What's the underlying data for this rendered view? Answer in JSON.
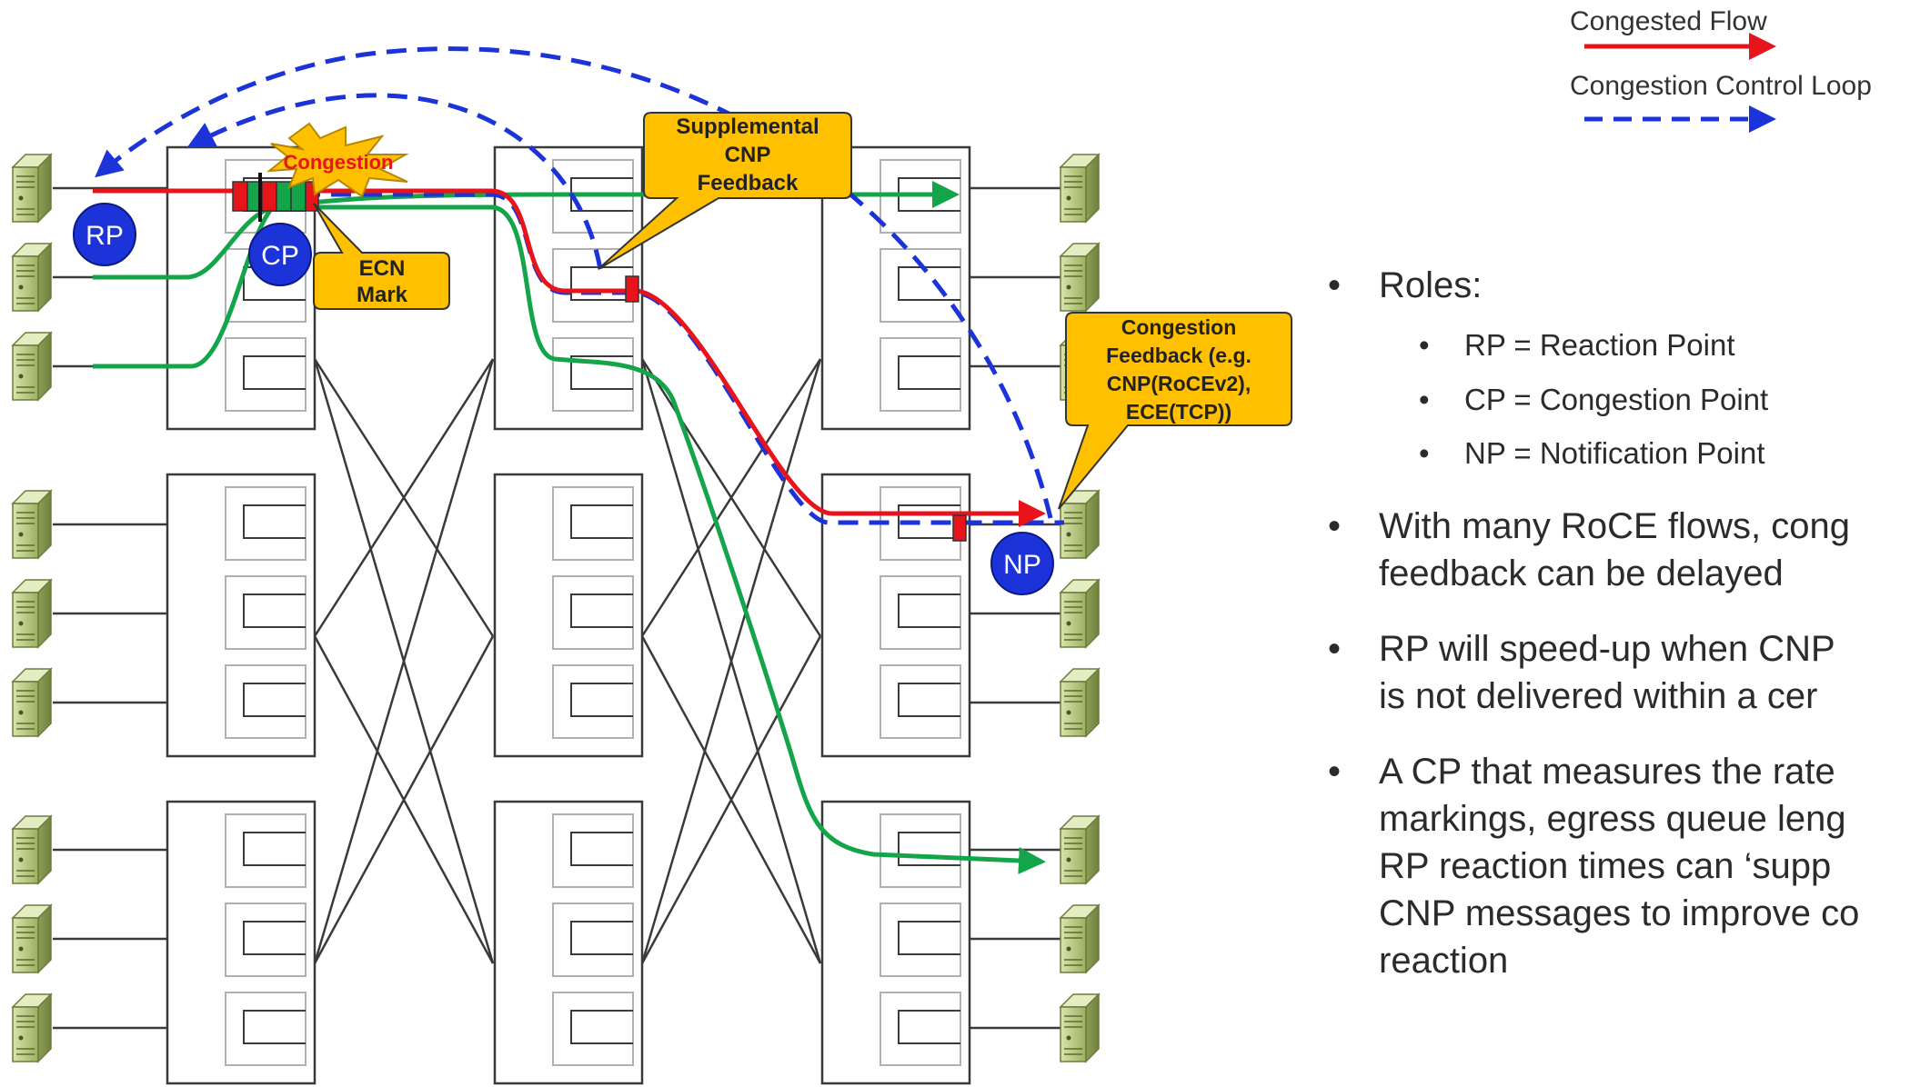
{
  "legend": {
    "congested_flow": "Congested  Flow",
    "control_loop": "Congestion Control Loop",
    "congested_flow_color": "#e8141b",
    "control_loop_color": "#1b33d9"
  },
  "callouts": {
    "congestion": "Congestion",
    "supplemental": [
      "Supplemental",
      "CNP",
      "Feedback"
    ],
    "ecn": [
      "ECN",
      "Mark"
    ],
    "feedback": [
      "Congestion",
      "Feedback (e.g.",
      "CNP(RoCEv2),",
      "ECE(TCP))"
    ]
  },
  "points": {
    "rp": "RP",
    "cp": "CP",
    "np": "NP"
  },
  "bullets": {
    "roles": "Roles:",
    "sub": [
      "RP = Reaction Point",
      "CP = Congestion Point",
      "NP = Notification Point"
    ],
    "items": [
      [
        "With many RoCE flows, cong",
        "feedback can be delayed"
      ],
      [
        "RP will speed-up when CNP",
        "is not delivered within a cer"
      ],
      [
        "A CP that measures the rate",
        "markings, egress queue leng",
        "RP reaction times can ‘supp",
        "CNP messages to improve co",
        "reaction"
      ]
    ]
  },
  "colors": {
    "green_flow": "#14a54a",
    "callout_fill": "#ffc000",
    "point_fill": "#1b33d9",
    "server_body": "#b5c97a"
  }
}
